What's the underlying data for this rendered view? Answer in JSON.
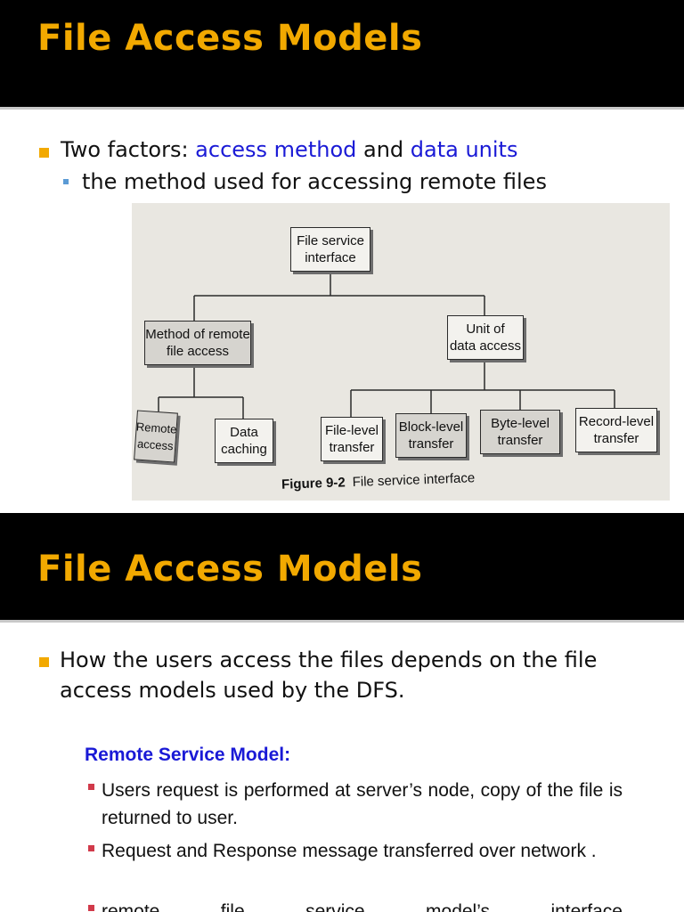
{
  "slide1": {
    "title": "File Access Models",
    "bullet": {
      "prefix": "Two factors: ",
      "highlight1": "access method",
      "middle": " and ",
      "highlight2": "data units"
    },
    "sub_bullet": "the method used for accessing remote files",
    "figure": {
      "root": [
        "File service",
        "interface"
      ],
      "left_node": [
        "Method of remote",
        "file access"
      ],
      "right_node": [
        "Unit of",
        "data access"
      ],
      "left_children": [
        [
          "Remote",
          "access"
        ],
        [
          "Data",
          "caching"
        ]
      ],
      "right_children": [
        [
          "File-level",
          "transfer"
        ],
        [
          "Block-level",
          "transfer"
        ],
        [
          "Byte-level",
          "transfer"
        ],
        [
          "Record-level",
          "transfer"
        ]
      ],
      "caption_label": "Figure 9-2",
      "caption_text": "File service interface"
    }
  },
  "slide2": {
    "title": "File Access Models",
    "bullet_line1": "How the users access the files depends on the file",
    "bullet_line2": "access models used by the DFS.",
    "section_heading": "Remote Service Model:",
    "points": [
      "Users request is performed at server’s node, copy of the file is returned to user.",
      "Request and Response message transferred over network .",
      "remote file service model’s interface &"
    ]
  },
  "colors": {
    "title": "#f2a900",
    "title_bar": "#000000",
    "accent_blue": "#1a1ad6",
    "bullet_orange": "#f2a900",
    "point_red": "#d13a4a"
  }
}
